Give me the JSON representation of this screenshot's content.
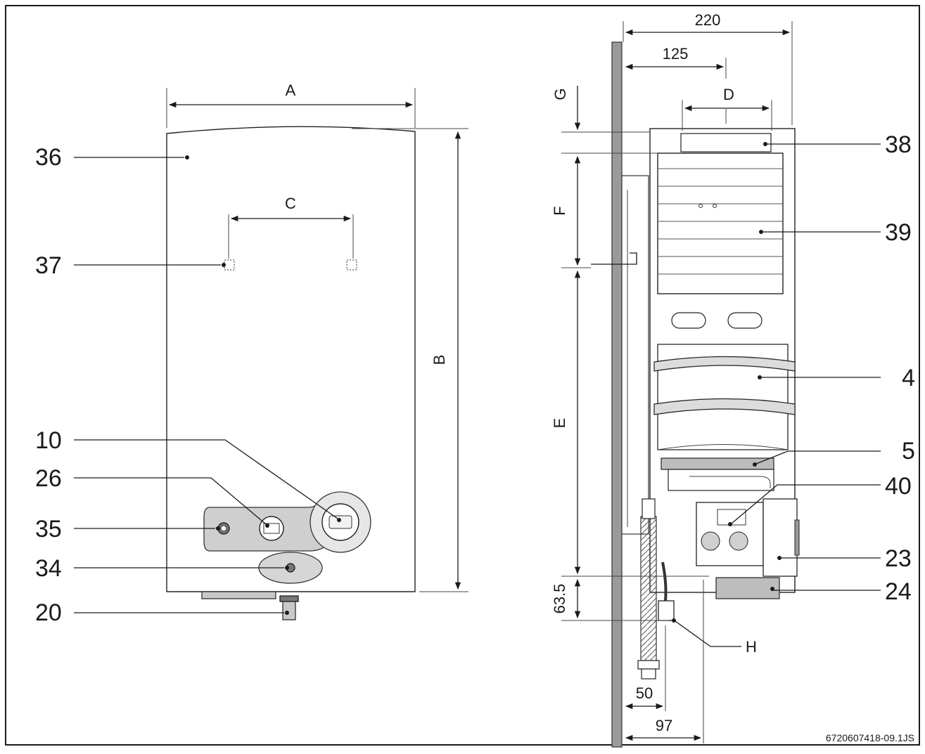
{
  "callouts_left": [
    "36",
    "37",
    "10",
    "26",
    "35",
    "34",
    "20"
  ],
  "callouts_right": [
    "38",
    "39",
    "4",
    "5",
    "40",
    "23",
    "24",
    "H"
  ],
  "dimension_labels": {
    "width_front": "A",
    "height_front": "B",
    "hole_spacing": "C",
    "flue_diameter": "D",
    "lower_height": "E",
    "hanger_height": "F",
    "top_clearance": "G",
    "depth_total": "220",
    "flue_axis": "125",
    "connection_height": "63.5",
    "connection_offset_1": "50",
    "connection_offset_2": "97"
  },
  "reference_code": "6720607418-09.1JS",
  "colors": {
    "line": "#1a1a1a",
    "panel_grey": "#c9c9c9",
    "wall_grey": "#9a9a9a"
  }
}
